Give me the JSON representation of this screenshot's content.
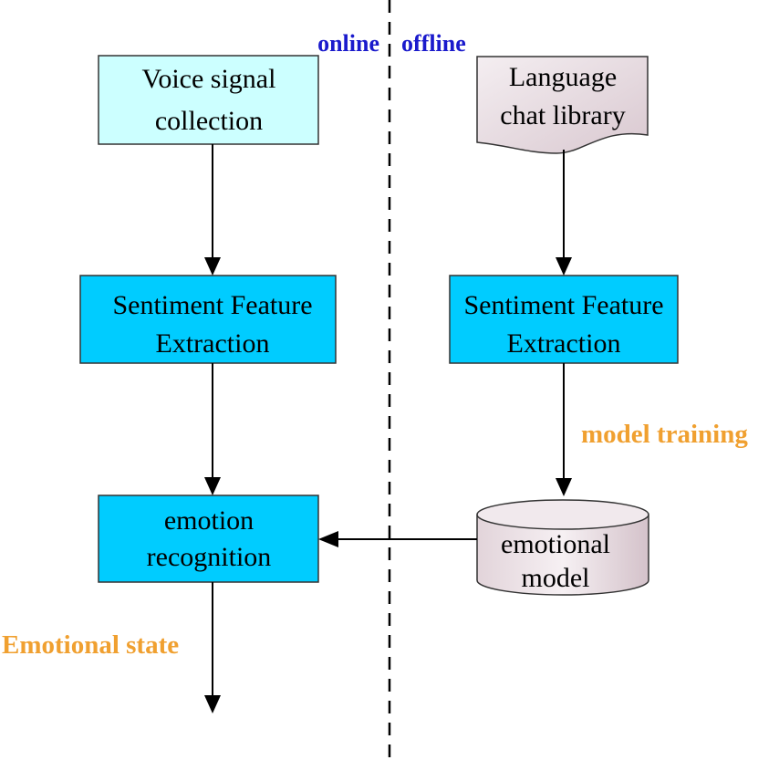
{
  "labels": {
    "online": "online",
    "offline": "offline",
    "model_training": "model training",
    "emotional_state": "Emotional state"
  },
  "nodes": {
    "voice_signal": {
      "line1": "Voice signal",
      "line2": "collection"
    },
    "language_library": {
      "line1": "Language",
      "line2": "chat library"
    },
    "feature_left": {
      "line1": "Sentiment Feature",
      "line2": "Extraction"
    },
    "feature_right": {
      "line1": "Sentiment Feature",
      "line2": "Extraction"
    },
    "emotion_recognition": {
      "line1": "emotion",
      "line2": "recognition"
    },
    "emotional_model": {
      "line1": "emotional",
      "line2": "model"
    }
  },
  "colors": {
    "light_cyan": "#ccffff",
    "cyan": "#00ccff",
    "document_fill": "#e8dde2",
    "online_offline_text": "#1a1acc",
    "annotation_text": "#f0a030"
  }
}
